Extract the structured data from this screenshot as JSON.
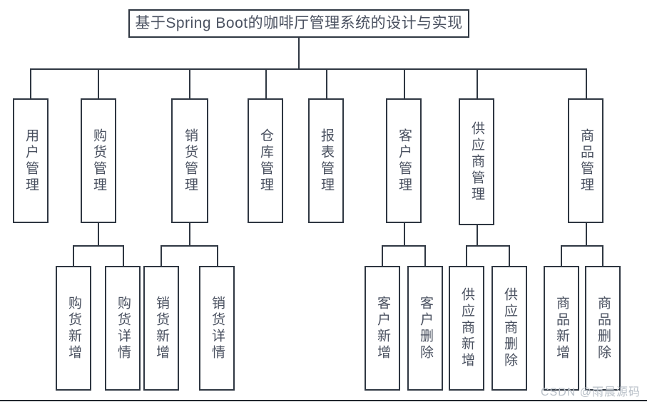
{
  "diagram": {
    "title": "基于Spring Boot的咖啡厅管理系统的设计与实现",
    "type": "hierarchy-tree",
    "watermark": "CSDN @雨晨源码",
    "colors": {
      "box_border": "#2f3742",
      "box_fill": "#ffffff",
      "text": "#4a5160",
      "connector": "#2f3742",
      "watermark": "#b9c0c8",
      "background": "#ffffff"
    },
    "root": {
      "label": "基于Spring Boot的咖啡厅管理系统的设计与实现"
    },
    "modules": [
      {
        "id": "user",
        "label": "用户管理",
        "children": []
      },
      {
        "id": "purchase",
        "label": "购货管理",
        "children": [
          "购货新增",
          "购货详情"
        ]
      },
      {
        "id": "sales",
        "label": "销货管理",
        "children": [
          "销货新增",
          "销货详情"
        ]
      },
      {
        "id": "warehouse",
        "label": "仓库管理",
        "children": []
      },
      {
        "id": "report",
        "label": "报表管理",
        "children": []
      },
      {
        "id": "customer",
        "label": "客户管理",
        "children": [
          "客户新增",
          "客户删除"
        ]
      },
      {
        "id": "supplier",
        "label": "供应商管理",
        "children": [
          "供应商新增",
          "供应商删除"
        ]
      },
      {
        "id": "product",
        "label": "商品管理",
        "children": [
          "商品新增",
          "商品删除"
        ]
      }
    ],
    "leaves": {
      "purchase_add": "购货新增",
      "purchase_detail": "购货详情",
      "sales_add": "销货新增",
      "sales_detail": "销货详情",
      "customer_add": "客户新增",
      "customer_delete": "客户删除",
      "supplier_add": "供应商新增",
      "supplier_delete": "供应商删除",
      "product_add": "商品新增",
      "product_delete": "商品删除"
    }
  }
}
